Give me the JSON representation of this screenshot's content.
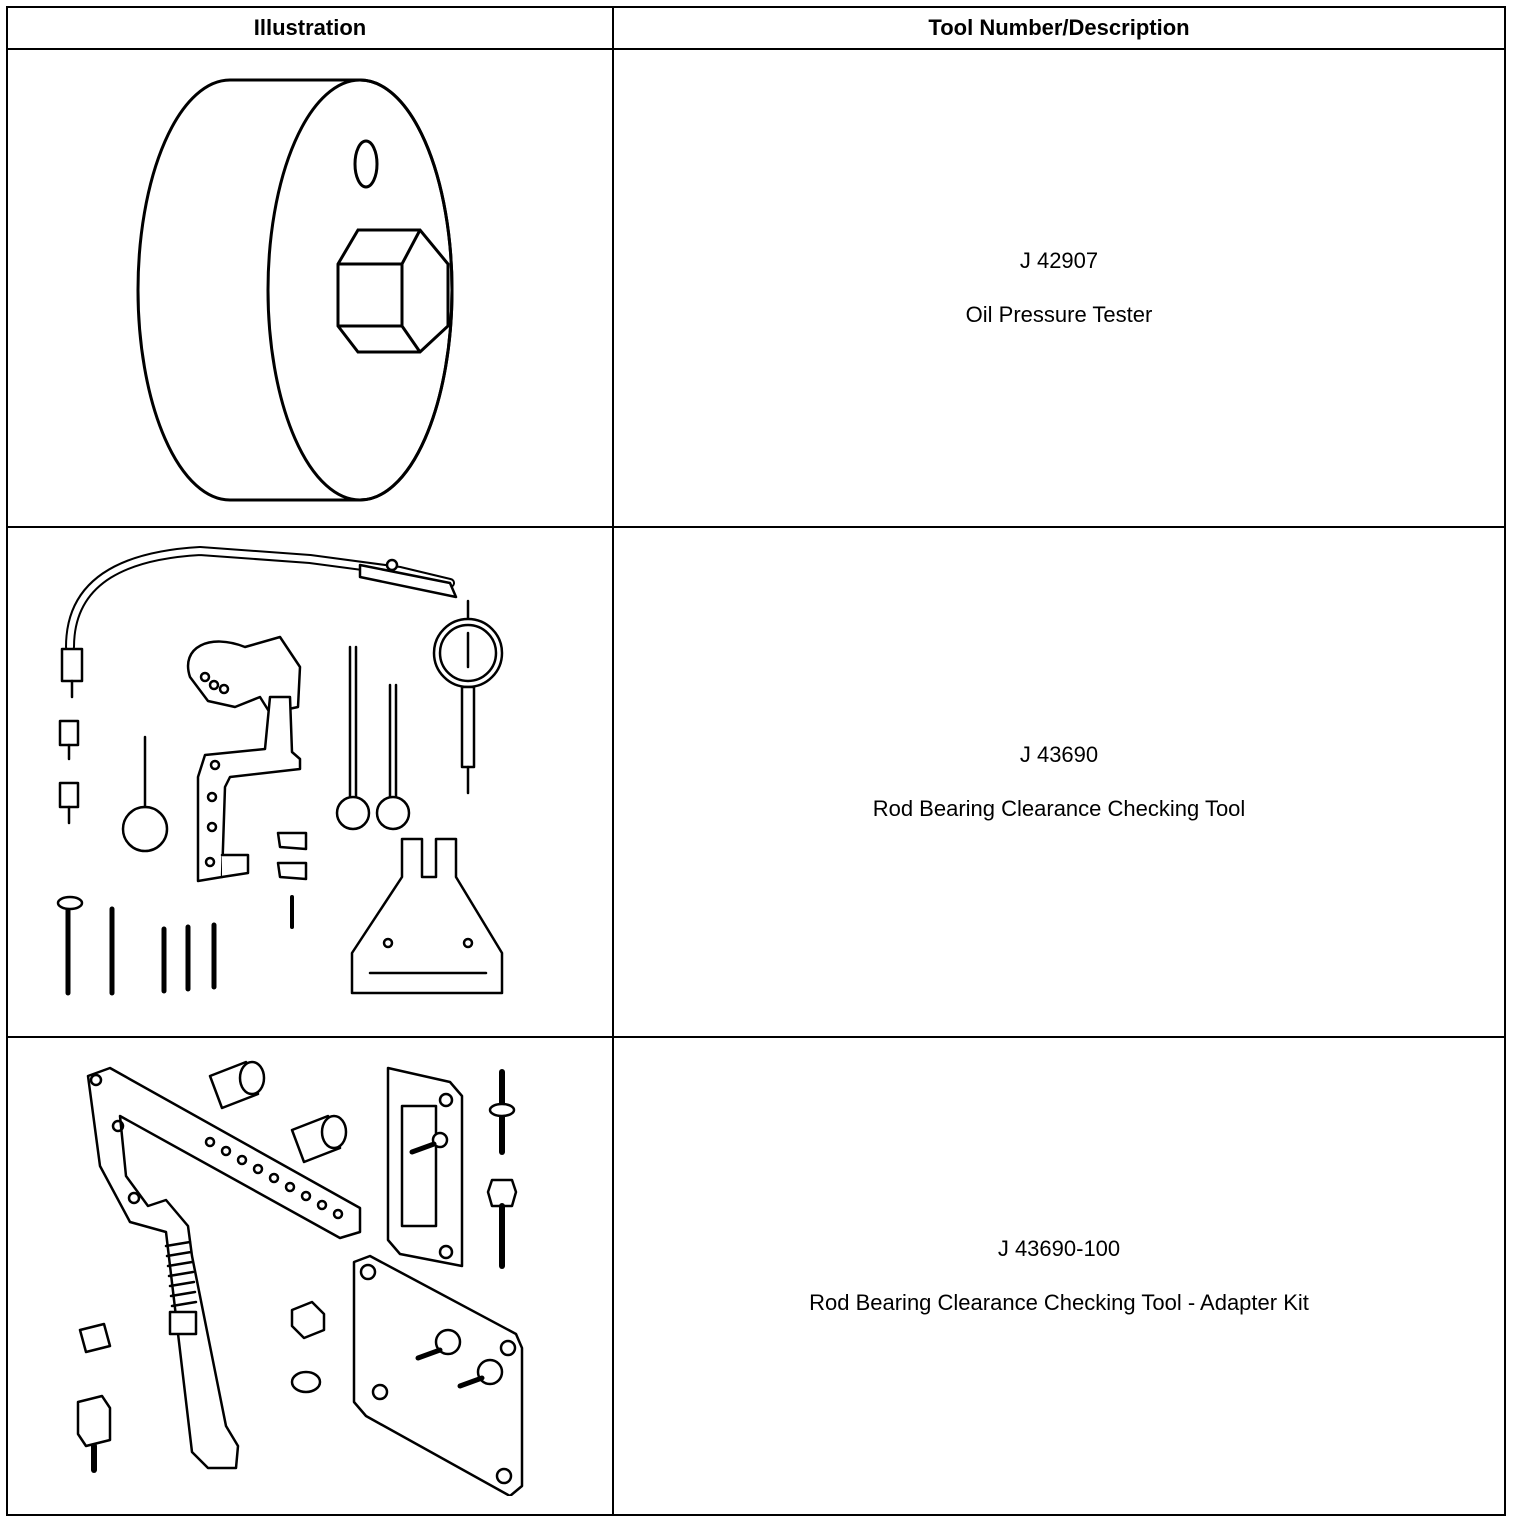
{
  "table": {
    "headers": {
      "illustration": "Illustration",
      "tool": "Tool Number/Description"
    },
    "rows": [
      {
        "tool_number": "J 42907",
        "description": "Oil Pressure Tester",
        "illustration_icon": "oil-pressure-tester-icon"
      },
      {
        "tool_number": "J 43690",
        "description": "Rod Bearing Clearance Checking Tool",
        "illustration_icon": "rod-bearing-clearance-tool-kit-icon"
      },
      {
        "tool_number": "J 43690-100",
        "description": "Rod Bearing Clearance Checking Tool - Adapter Kit",
        "illustration_icon": "adapter-kit-icon"
      }
    ]
  }
}
